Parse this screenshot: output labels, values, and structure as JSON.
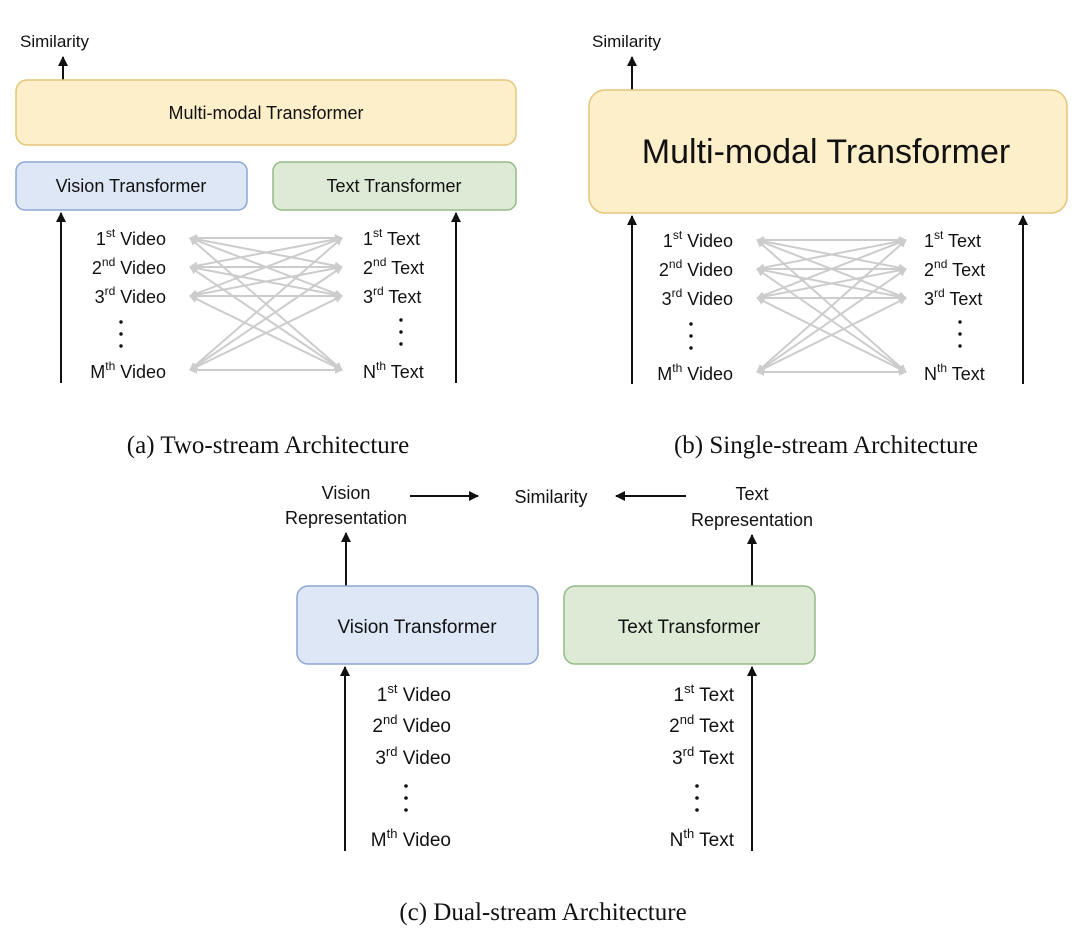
{
  "panel_a": {
    "caption": "(a) Two-stream Architecture",
    "similarity": "Similarity",
    "fusion_box": "Multi-modal Transformer",
    "vision_box": "Vision Transformer",
    "text_box": "Text Transformer",
    "videos": [
      {
        "num": "1",
        "sup": "st",
        "word": "Video"
      },
      {
        "num": "2",
        "sup": "nd",
        "word": "Video"
      },
      {
        "num": "3",
        "sup": "rd",
        "word": "Video"
      },
      {
        "num": "M",
        "sup": "th",
        "word": "Video"
      }
    ],
    "texts": [
      {
        "num": "1",
        "sup": "st",
        "word": "Text"
      },
      {
        "num": "2",
        "sup": "nd",
        "word": "Text"
      },
      {
        "num": "3",
        "sup": "rd",
        "word": "Text"
      },
      {
        "num": "N",
        "sup": "th",
        "word": "Text"
      }
    ]
  },
  "panel_b": {
    "caption": "(b) Single-stream Architecture",
    "similarity": "Similarity",
    "fusion_box": "Multi-modal Transformer",
    "videos": [
      {
        "num": "1",
        "sup": "st",
        "word": "Video"
      },
      {
        "num": "2",
        "sup": "nd",
        "word": "Video"
      },
      {
        "num": "3",
        "sup": "rd",
        "word": "Video"
      },
      {
        "num": "M",
        "sup": "th",
        "word": "Video"
      }
    ],
    "texts": [
      {
        "num": "1",
        "sup": "st",
        "word": "Text"
      },
      {
        "num": "2",
        "sup": "nd",
        "word": "Text"
      },
      {
        "num": "3",
        "sup": "rd",
        "word": "Text"
      },
      {
        "num": "N",
        "sup": "th",
        "word": "Text"
      }
    ]
  },
  "panel_c": {
    "caption": "(c) Dual-stream Architecture",
    "similarity": "Similarity",
    "vision_rep_line1": "Vision",
    "vision_rep_line2": "Representation",
    "text_rep_line1": "Text",
    "text_rep_line2": "Representation",
    "vision_box": "Vision Transformer",
    "text_box": "Text Transformer",
    "videos": [
      {
        "num": "1",
        "sup": "st",
        "word": "Video"
      },
      {
        "num": "2",
        "sup": "nd",
        "word": "Video"
      },
      {
        "num": "3",
        "sup": "rd",
        "word": "Video"
      },
      {
        "num": "M",
        "sup": "th",
        "word": "Video"
      }
    ],
    "texts": [
      {
        "num": "1",
        "sup": "st",
        "word": "Text"
      },
      {
        "num": "2",
        "sup": "nd",
        "word": "Text"
      },
      {
        "num": "3",
        "sup": "rd",
        "word": "Text"
      },
      {
        "num": "N",
        "sup": "th",
        "word": "Text"
      }
    ]
  },
  "colors": {
    "fusion_fill": "#fcefc9",
    "vision_fill": "#dde7f6",
    "text_fill": "#dcead6",
    "connection_gray": "#cccccc"
  }
}
